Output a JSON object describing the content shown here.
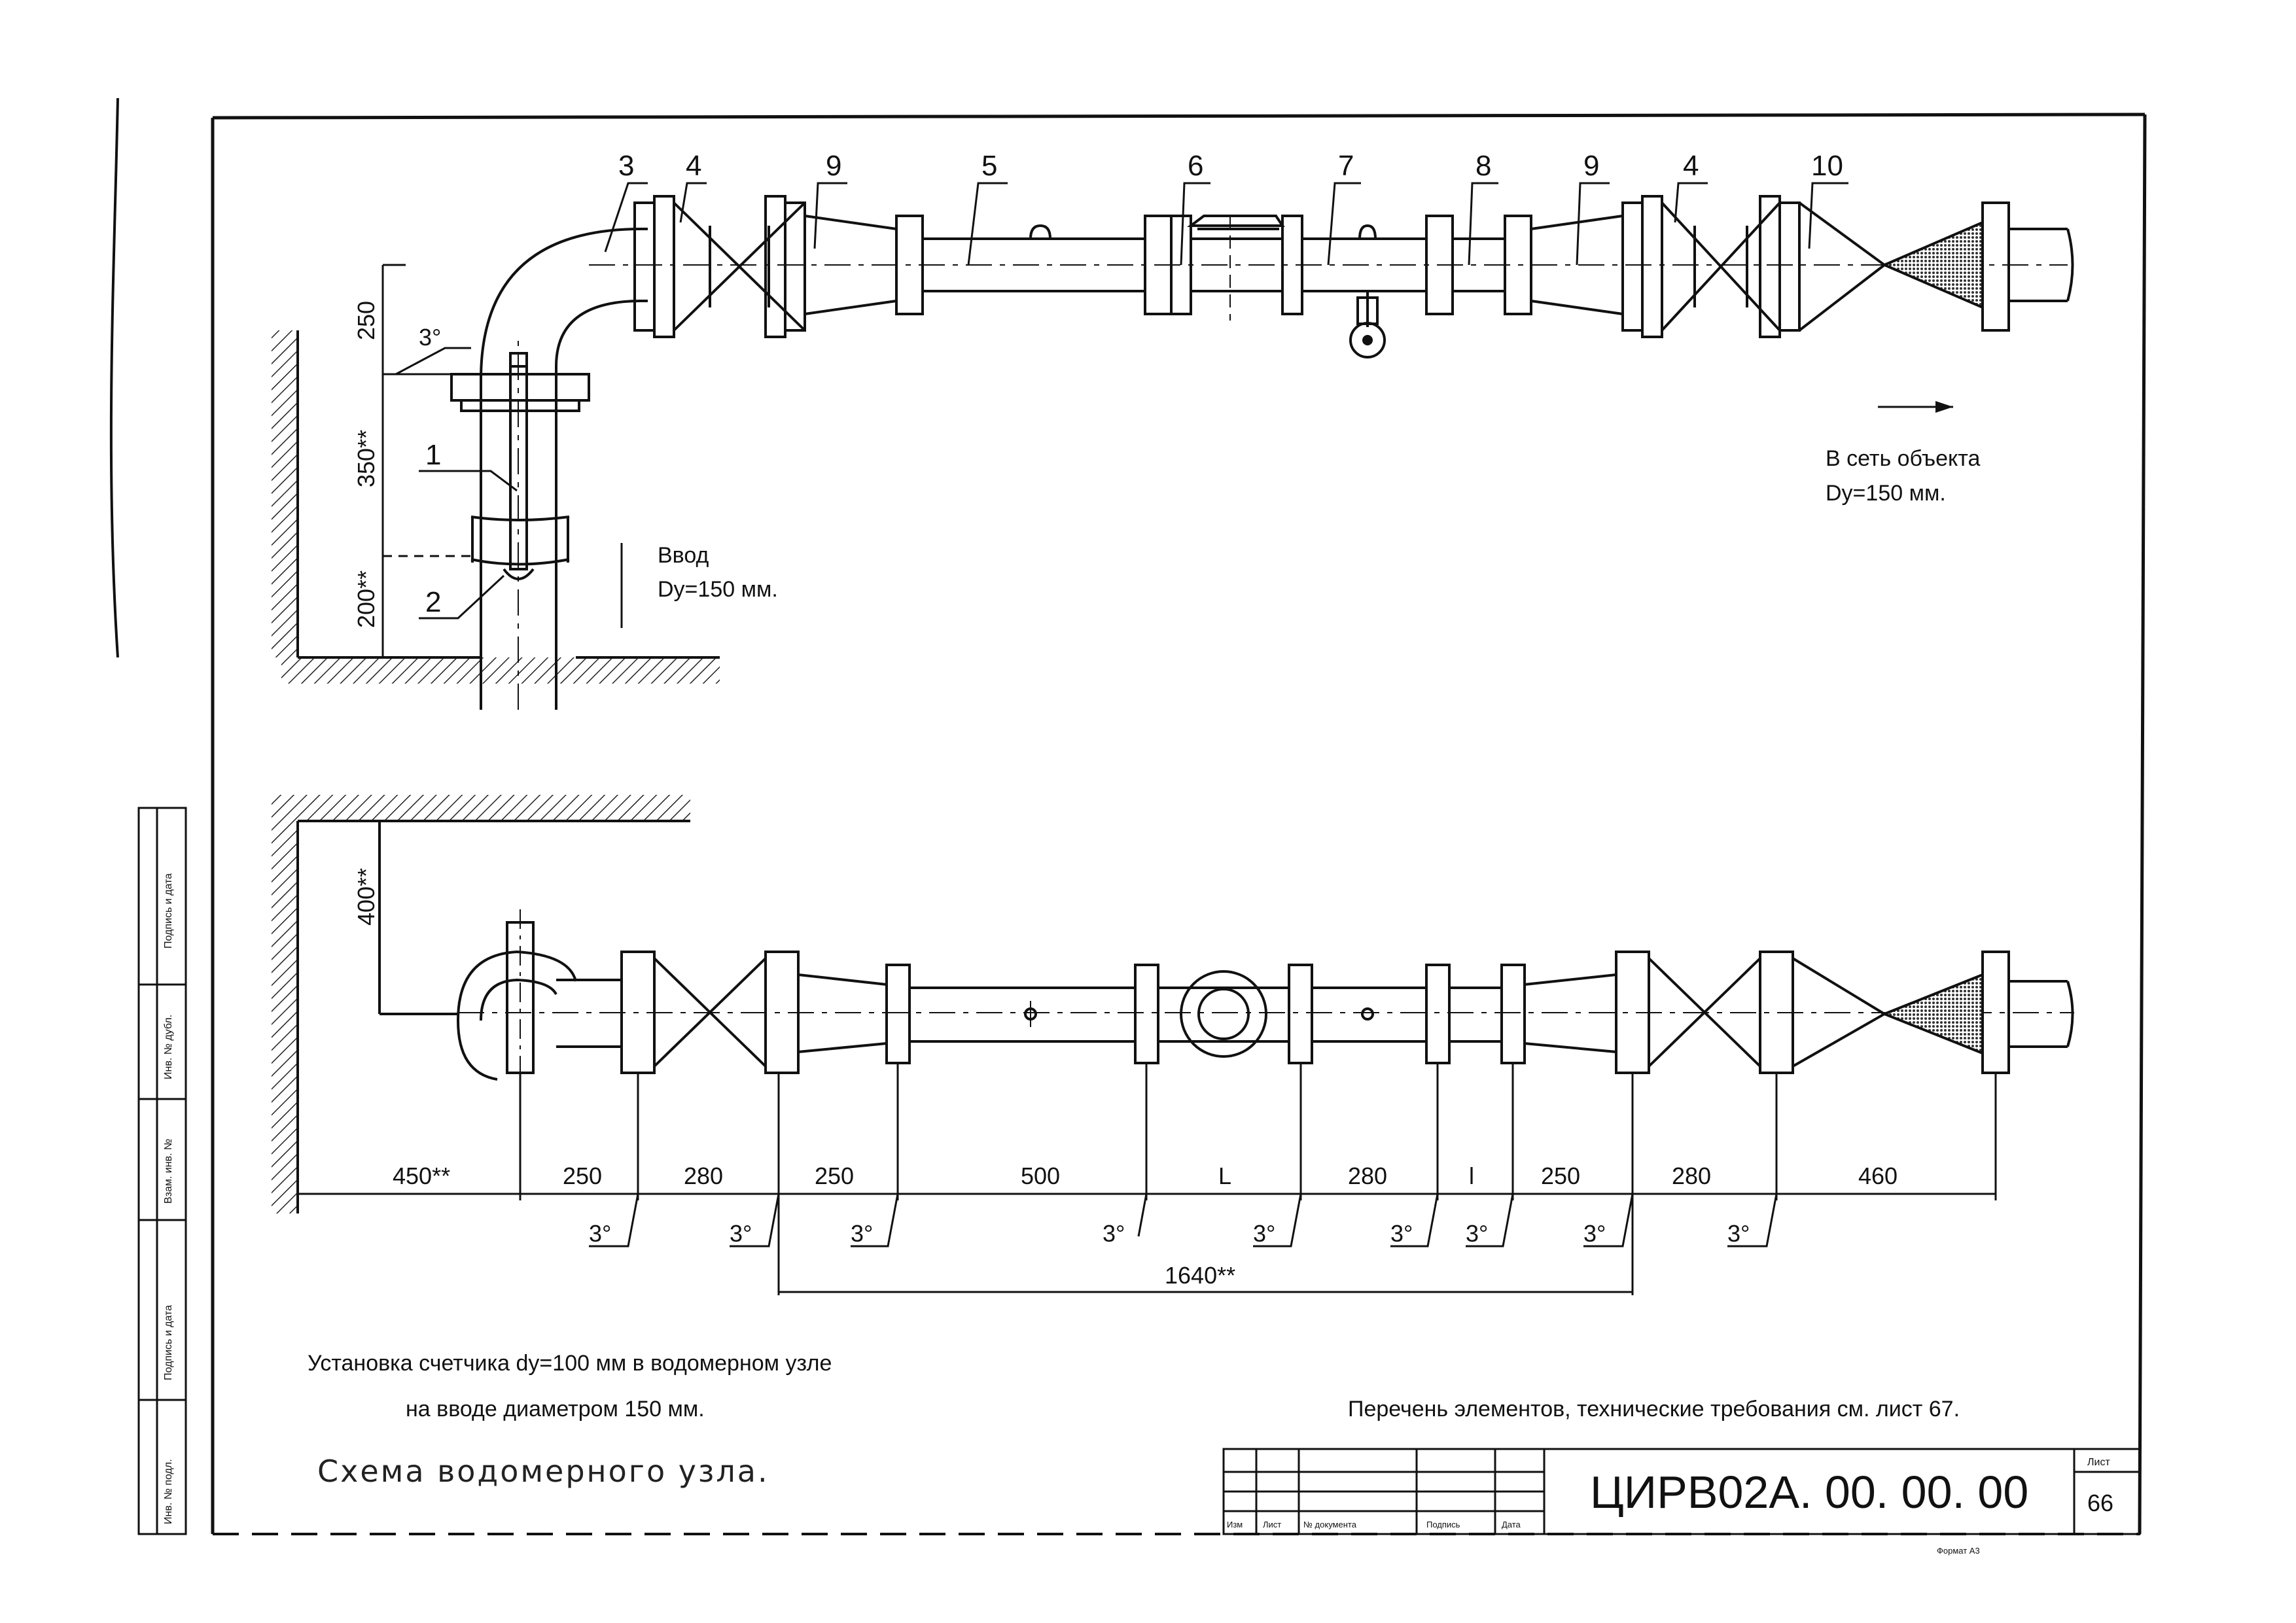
{
  "callouts": {
    "c3": "3",
    "c4a": "4",
    "c9a": "9",
    "c5": "5",
    "c6": "6",
    "c7": "7",
    "c8": "8",
    "c9b": "9",
    "c4b": "4",
    "c10": "10",
    "c1": "1",
    "c2": "2"
  },
  "top_view": {
    "vert_dims": {
      "d250": "250",
      "d350": "350**",
      "d200": "200**",
      "slope": "3°"
    },
    "inlet_label": "Ввод",
    "inlet_size": "Dy=150 мм.",
    "outlet_label": "В сеть объекта",
    "outlet_size": "Dy=150 мм."
  },
  "bottom_view": {
    "left_dim": "400**",
    "dims": [
      "450**",
      "250",
      "280",
      "250",
      "500",
      "L",
      "280",
      "l",
      "250",
      "280",
      "460"
    ],
    "total": "1640**",
    "slope_label": "3°"
  },
  "notes": {
    "line1": "Установка счетчика dy=100 мм в водомерном узле",
    "line2": "на вводе диаметром 150 мм.",
    "reference": "Перечень элементов, технические требования см. лист 67."
  },
  "drawing_title": "Схема водомерного узла.",
  "title_block": {
    "code": "ЦИРВ02А. 00. 00. 00",
    "sheet_label": "Лист",
    "sheet_number": "66",
    "col_izm": "Изм",
    "col_list": "Лист",
    "col_doc": "№ документа",
    "col_sign": "Подпись",
    "col_date": "Дата",
    "format": "Формат А3"
  },
  "side_stamp": [
    "Подпись и дата",
    "Инв. № дубл.",
    "Взам. инв. №",
    "Подпись и дата",
    "Инв. № подл."
  ]
}
